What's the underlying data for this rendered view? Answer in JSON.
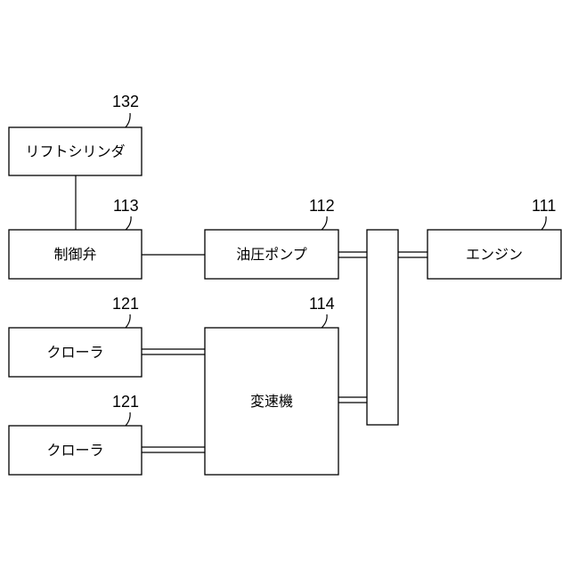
{
  "blocks": {
    "lift_cylinder": {
      "label": "リフトシリンダ",
      "ref": "132"
    },
    "control_valve": {
      "label": "制御弁",
      "ref": "113"
    },
    "hydraulic_pump": {
      "label": "油圧ポンプ",
      "ref": "112"
    },
    "engine": {
      "label": "エンジン",
      "ref": "111"
    },
    "crawler_upper": {
      "label": "クローラ",
      "ref": "121"
    },
    "crawler_lower": {
      "label": "クローラ",
      "ref": "121"
    },
    "transmission": {
      "label": "変速機",
      "ref": "114"
    }
  },
  "colors": {
    "stroke": "#000000",
    "background": "#ffffff"
  }
}
